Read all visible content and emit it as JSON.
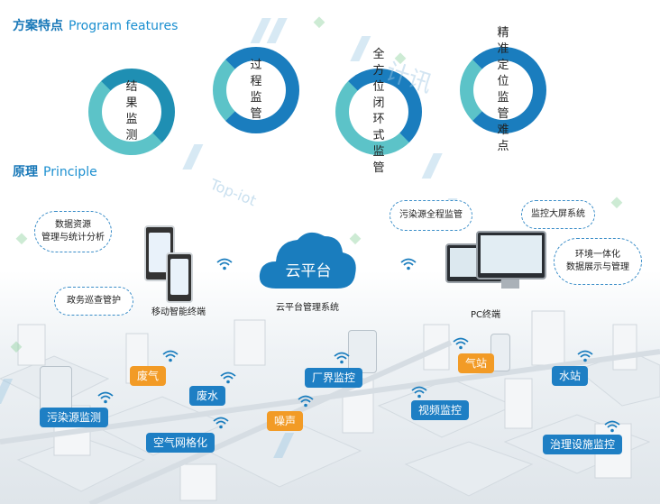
{
  "headings": {
    "features_zh": "方案特点",
    "features_en": "Program features",
    "principle_zh": "原理",
    "principle_en": "Principle"
  },
  "features": [
    {
      "line1": "结果监测",
      "line2": "",
      "color": "#1f8fb3"
    },
    {
      "line1": "过程监管",
      "line2": "",
      "color": "#1a7dbe"
    },
    {
      "line1": "全方位闭",
      "line2": "环式监管",
      "color": "#1a7dbe"
    },
    {
      "line1": "精准定位",
      "line2": "监管难点",
      "color": "#1a7dbe"
    }
  ],
  "cloud": {
    "title": "云平台",
    "caption": "云平台管理系统"
  },
  "bubbles": {
    "data_resource_1": "数据资源",
    "data_resource_2": "管理与统计分析",
    "gov_patrol": "政务巡查管护",
    "pollution_full": "污染源全程监管",
    "big_screen": "监控大屏系统",
    "env_1": "环境一体化",
    "env_2": "数据展示与管理"
  },
  "labels": {
    "mobile": "移动智能终端",
    "pc": "PC终端"
  },
  "tags": {
    "exhaust_gas": "废气",
    "waste_water": "废水",
    "pollution_source": "污染源监测",
    "air_grid": "空气网格化",
    "noise": "噪声",
    "boundary": "厂界监控",
    "gas_station": "气站",
    "water_station": "水站",
    "video": "视频监控",
    "treatment": "治理设施监控"
  },
  "watermark": {
    "logo": "计讯",
    "brand": "Top-iot"
  },
  "colors": {
    "primary": "#1a7dbe",
    "accent_orange": "#f29b26",
    "ring_light": "#5cc3c8"
  }
}
